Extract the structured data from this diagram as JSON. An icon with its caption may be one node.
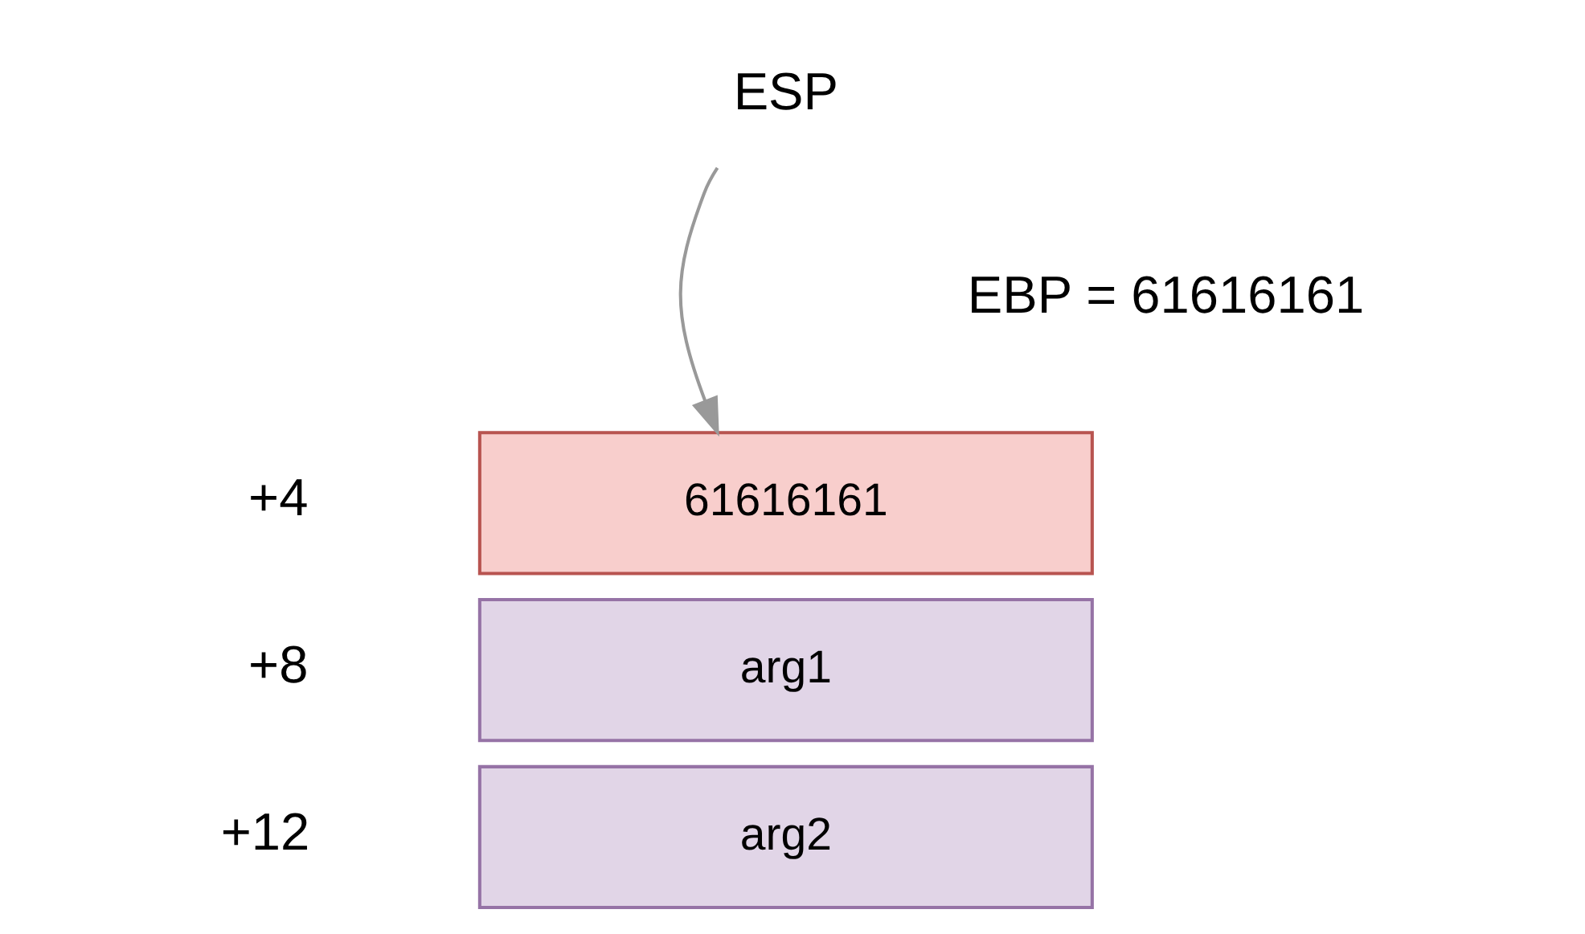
{
  "diagram": {
    "nodes": [
      {
        "text": [
          "ESP"
        ]
      },
      {
        "text": [
          "61616161"
        ]
      },
      {
        "text": [
          "arg1"
        ]
      },
      {
        "text": [
          "arg2"
        ]
      }
    ],
    "edges": [
      {
        "from": 0,
        "to": 1,
        "arrow": "to"
      }
    ],
    "labels": [
      "EBP = 61616161",
      "+4",
      "+8",
      "+12"
    ]
  }
}
